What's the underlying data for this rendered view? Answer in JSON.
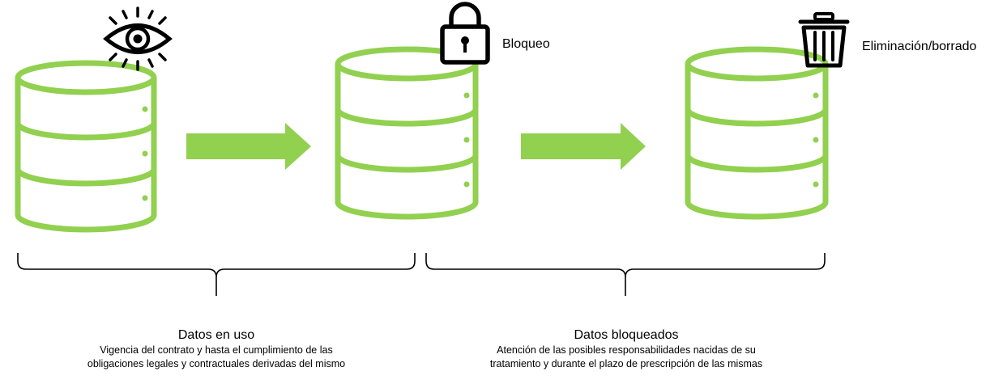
{
  "colors": {
    "database": "#92d050",
    "arrow": "#92d050",
    "ink": "#000000"
  },
  "stages": [
    {
      "icon": "eye-icon",
      "label": ""
    },
    {
      "icon": "padlock-icon",
      "label": "Bloqueo"
    },
    {
      "icon": "trash-can-icon",
      "label": "Eliminación/borrado"
    }
  ],
  "phases": [
    {
      "title": "Datos en uso",
      "description_lines": [
        "Vigencia del contrato y hasta el cumplimiento de las",
        "obligaciones legales y contractuales derivadas del mismo"
      ]
    },
    {
      "title": "Datos bloqueados",
      "description_lines": [
        "Atención de las posibles responsabilidades nacidas de su",
        "tratamiento y durante el plazo de prescripción de las mismas"
      ]
    }
  ]
}
